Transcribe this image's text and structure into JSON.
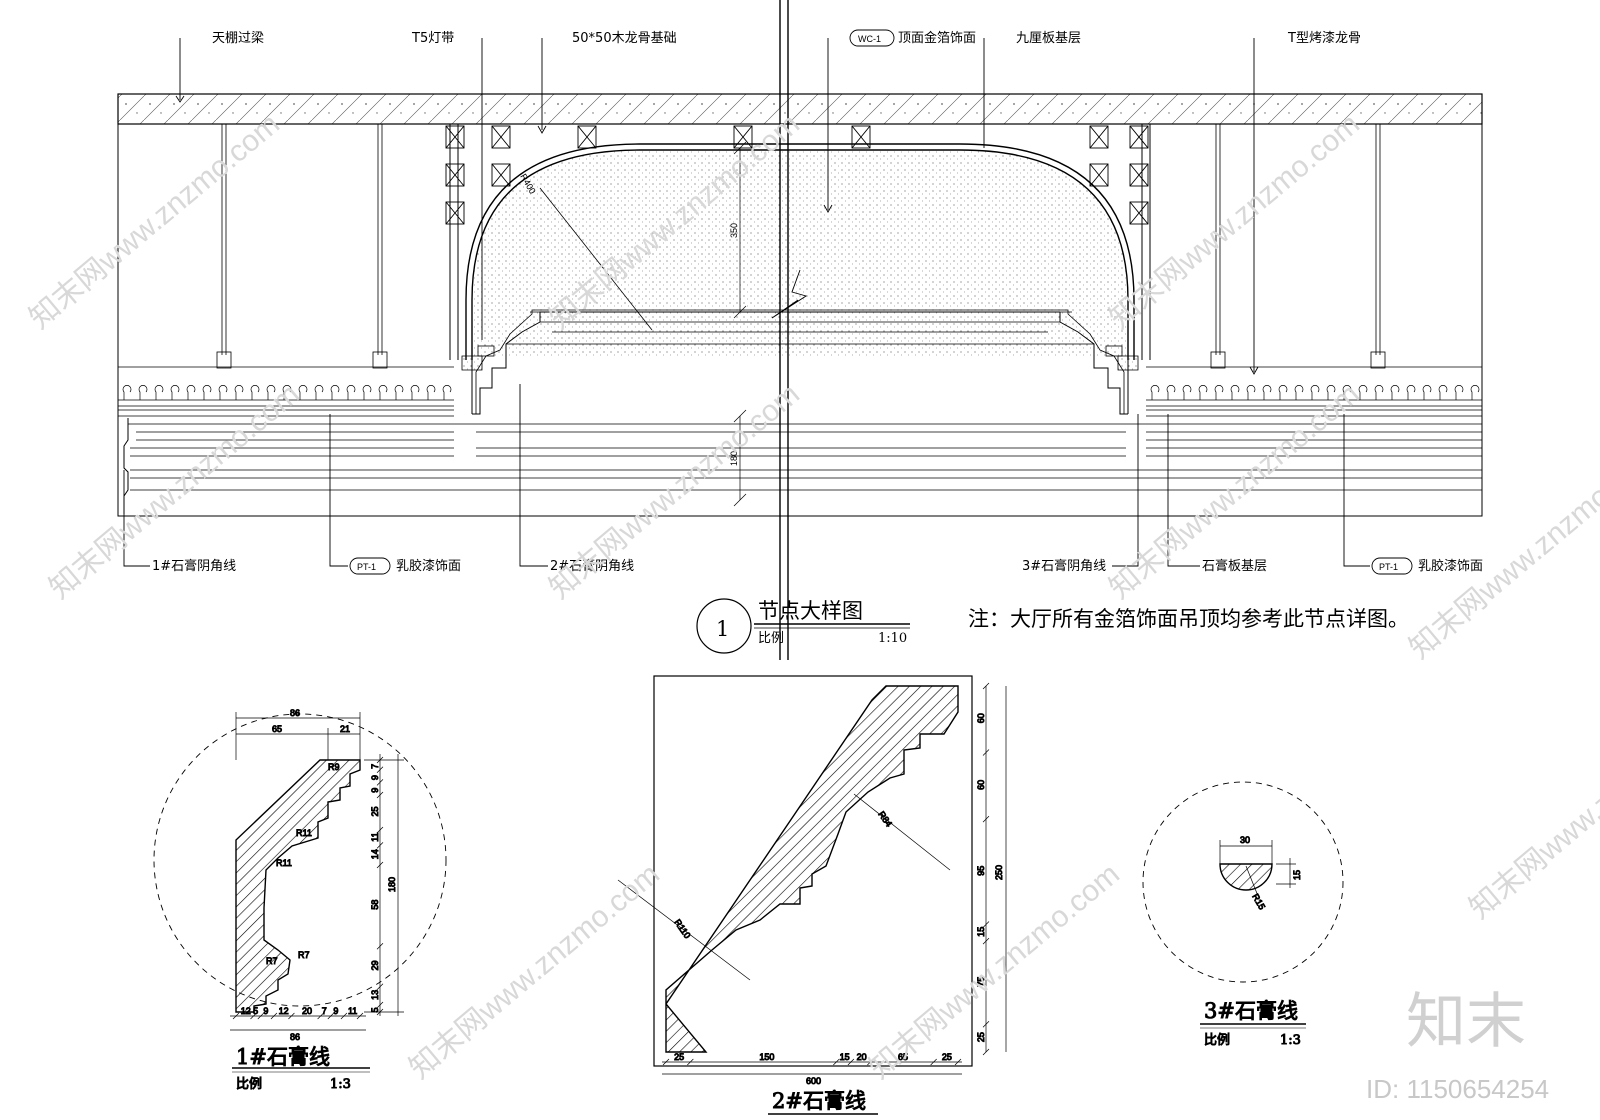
{
  "callouts_top": [
    {
      "text": "天棚过梁"
    },
    {
      "text": "T5灯带"
    },
    {
      "text": "50*50木龙骨基础"
    },
    {
      "text": "顶面金箔饰面",
      "tag": "WC-1"
    },
    {
      "text": "九厘板基层"
    },
    {
      "text": "T型烤漆龙骨"
    }
  ],
  "callouts_bottom": [
    {
      "text": "1#石膏阴角线"
    },
    {
      "text": "乳胶漆饰面",
      "tag": "PT-1"
    },
    {
      "text": "2#石膏阴角线"
    },
    {
      "text": "3#石膏阴角线"
    },
    {
      "text": "石膏板基层"
    },
    {
      "text": "乳胶漆饰面",
      "tag": "PT-1"
    }
  ],
  "section": {
    "number": "1",
    "title": "节点大样图",
    "scale_label": "比例",
    "scale_value": "1:10",
    "dims": {
      "height_dome": "350",
      "height_cornice": "180",
      "radius": "R400"
    }
  },
  "note": "注：大厅所有金箔饰面吊顶均参考此节点详图。",
  "profile1": {
    "title": "1#石膏线",
    "scale_label": "比例",
    "scale_value": "1:3",
    "top_dims": [
      "86",
      "65",
      "21"
    ],
    "bottom_dims": [
      "12",
      "5",
      "9",
      "12",
      "20",
      "7",
      "9",
      "11"
    ],
    "bottom_total": "86",
    "right_dims": [
      "7",
      "9",
      "9",
      "25",
      "11",
      "14",
      "58",
      "29",
      "13",
      "5"
    ],
    "right_total": "180",
    "radii": [
      "R9",
      "R11",
      "R11",
      "R7",
      "R7"
    ]
  },
  "profile2": {
    "title": "2#石膏线",
    "bottom_dims": [
      "25",
      "150",
      "15",
      "20",
      "65",
      "25"
    ],
    "bottom_total": "600",
    "right_dims": [
      "60",
      "60",
      "95",
      "15",
      "75",
      "25"
    ],
    "right_total": "250",
    "radii": [
      "R84",
      "R110"
    ]
  },
  "profile3": {
    "title": "3#石膏线",
    "scale_label": "比例",
    "scale_value": "1:3",
    "top_dim": "30",
    "right_dim": "15",
    "radius": "R15"
  },
  "watermark": {
    "text": "知末网www.znzmo.com",
    "brand": "知末",
    "id": "ID: 1150654254"
  }
}
